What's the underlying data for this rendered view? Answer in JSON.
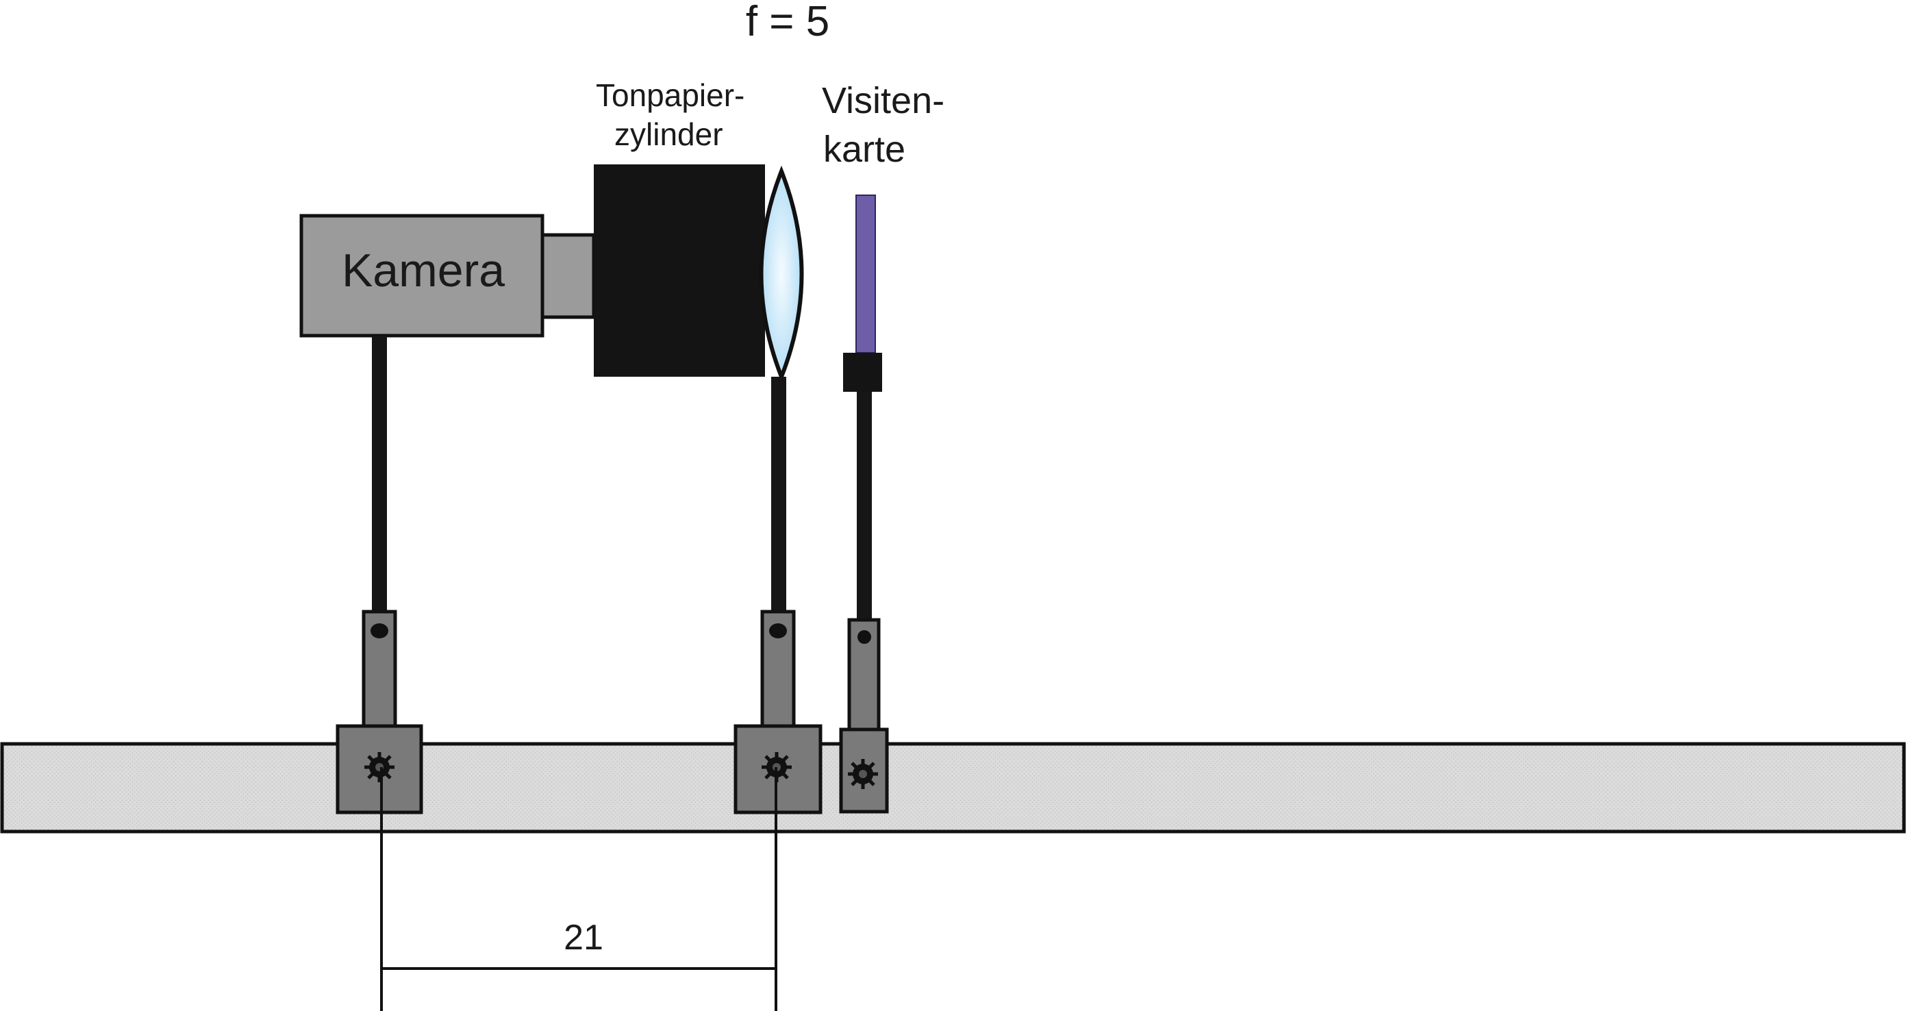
{
  "labels": {
    "focal": "f = 5",
    "camera": "Kamera",
    "cylinder_line1": "Tonpapier-",
    "cylinder_line2": "zylinder",
    "card_line1": "Visiten-",
    "card_line2": "karte",
    "distance": "21"
  },
  "colors": {
    "rail_fill": "#dcdcdc",
    "rider_fill": "#7a7a7a",
    "camera_fill": "#9b9b9b",
    "cylinder_fill": "#141414",
    "lens_fill": "#a9d9f4",
    "card_fill": "#6e5ea8",
    "rod": "#161616",
    "stroke": "#111111"
  },
  "icons": {
    "lens": "convex-lens-icon",
    "screw": "thumb-screw-icon"
  }
}
